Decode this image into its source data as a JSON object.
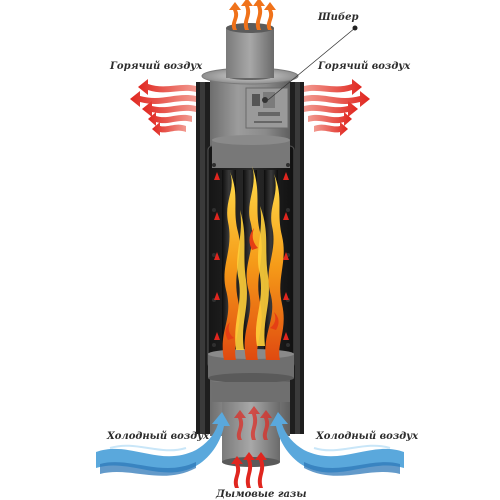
{
  "labels": {
    "hot_air_left": "Горячий воздух",
    "hot_air_right": "Горячий воздух",
    "damper": "Шибер",
    "cold_air_left": "Холодный воздух",
    "cold_air_right": "Холодный воздух",
    "flue_gases": "Дымовые газы"
  },
  "colors": {
    "hot_arrow": "#e0261f",
    "hot_arrow_light": "#f08a80",
    "cold_stream": "#5aa8dc",
    "cold_stream_dark": "#2f78b8",
    "flame_orange": "#f08a16",
    "flame_yellow": "#ffd23c",
    "steel": "#8a8a8a",
    "steel_dark": "#4a4a4a",
    "insulation": "#1e1e1e"
  }
}
